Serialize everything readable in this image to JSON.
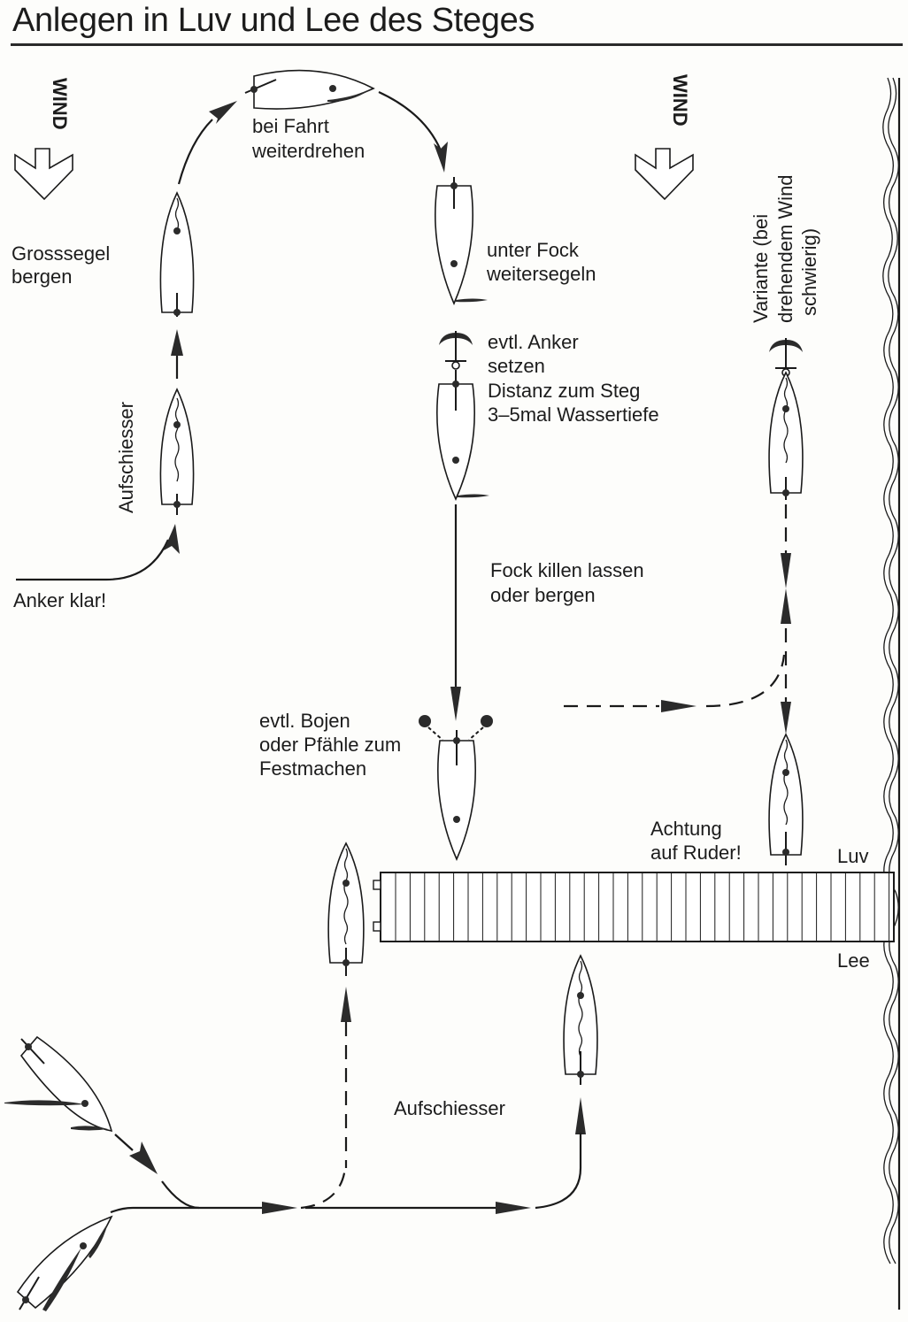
{
  "title": "Anlegen in Luv und Lee des Steges",
  "wind_labels": [
    "WIND",
    "WIND"
  ],
  "labels": {
    "bei_fahrt": [
      "bei Fahrt",
      "weiterdrehen"
    ],
    "grosssegel": [
      "Grosssegel",
      "bergen"
    ],
    "unter_fock": [
      "unter Fock",
      "weitersegeln"
    ],
    "anker_setzen": [
      "evtl. Anker",
      "setzen",
      "Distanz zum Steg",
      "3–5mal Wassertiefe"
    ],
    "aufschiesser_vertical": "Aufschiesser",
    "anker_klar": "Anker klar!",
    "fock_killen": [
      "Fock killen lassen",
      "oder bergen"
    ],
    "bojen": [
      "evtl. Bojen",
      "oder Pfähle zum",
      "Festmachen"
    ],
    "variante": [
      "Variante (bei",
      "drehendem Wind",
      "schwierig)"
    ],
    "achtung": [
      "Achtung",
      "auf Ruder!"
    ],
    "luv": "Luv",
    "lee": "Lee",
    "aufschiesser_bottom": "Aufschiesser"
  },
  "icons": {
    "wind_arrow": "wind-direction-arrow",
    "anchor": "anchor",
    "buoy": "mooring-buoy",
    "boat": "sailboat-top-view",
    "jetty": "jetty-pier",
    "shore": "shoreline"
  },
  "colors": {
    "ink": "#1a1a1a",
    "paper": "#fdfdfb"
  }
}
